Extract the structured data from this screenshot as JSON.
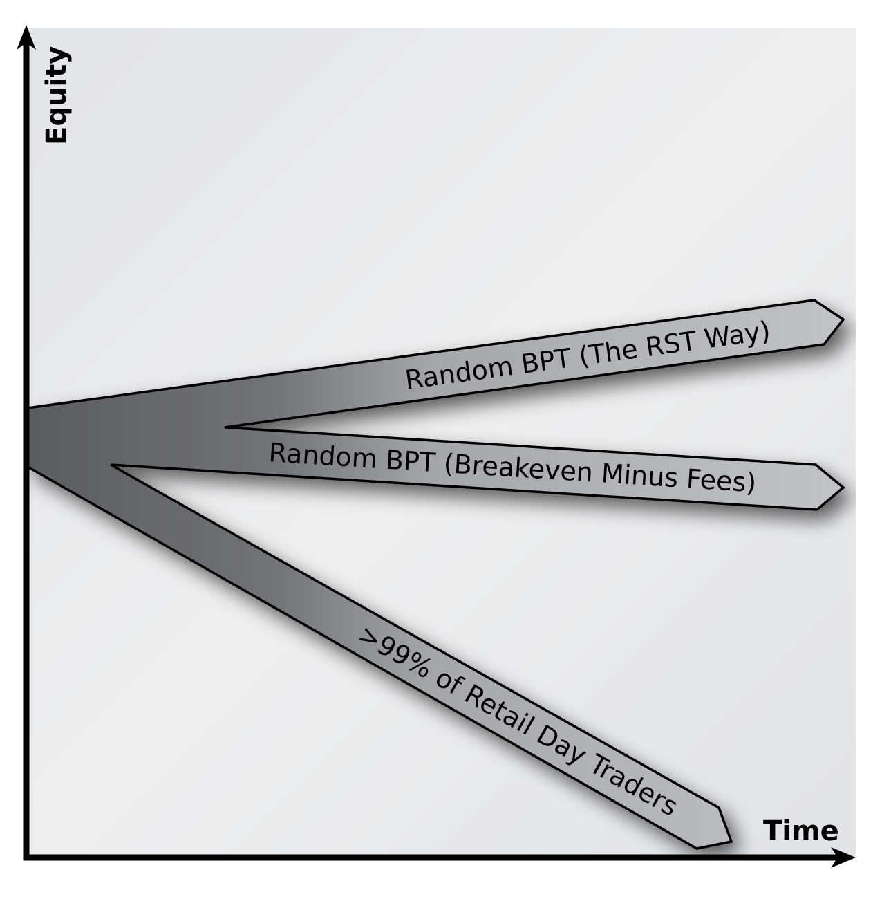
{
  "diagram": {
    "y_axis_label": "Equity",
    "x_axis_label": "Time",
    "paths": [
      {
        "label": "Random BPT (The RST Way)",
        "direction": "up"
      },
      {
        "label": "Random BPT (Breakeven Minus Fees)",
        "direction": "slightly-down"
      },
      {
        "label": ">99% of Retail Day Traders",
        "direction": "down"
      }
    ],
    "colors": {
      "arrow_dark": "#5f6062",
      "arrow_light": "#b4b5b7",
      "background": "#e6e7e8",
      "axis": "#000000"
    }
  }
}
